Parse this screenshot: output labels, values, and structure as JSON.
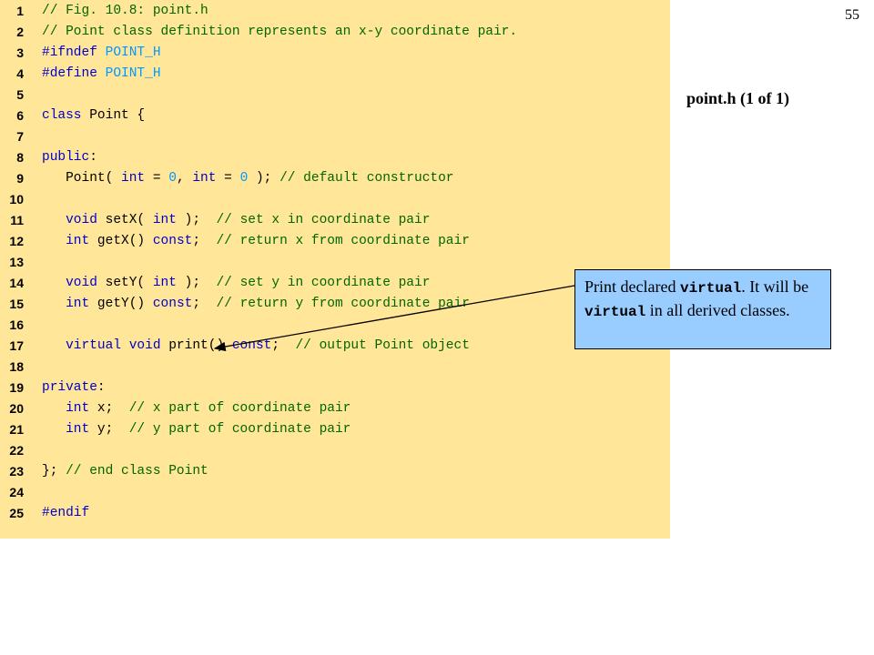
{
  "slide_number": "55",
  "file_label": "point.h (1 of 1)",
  "callout": {
    "t1": "Print declared ",
    "m1": "virtual",
    "t2": ". It will be ",
    "m2": "virtual",
    "t3": " in all derived classes."
  },
  "code_lines": [
    {
      "n": "1",
      "segs": [
        {
          "t": "// Fig. 10.8: point.h",
          "c": "cm"
        }
      ]
    },
    {
      "n": "2",
      "segs": [
        {
          "t": "// Point class definition represents an x-y coordinate pair.",
          "c": "cm"
        }
      ]
    },
    {
      "n": "3",
      "segs": [
        {
          "t": "#ifndef ",
          "c": "pp"
        },
        {
          "t": "POINT_H",
          "c": "ppname"
        }
      ]
    },
    {
      "n": "4",
      "segs": [
        {
          "t": "#define ",
          "c": "pp"
        },
        {
          "t": "POINT_H",
          "c": "ppname"
        }
      ]
    },
    {
      "n": "5",
      "segs": []
    },
    {
      "n": "6",
      "segs": [
        {
          "t": "class ",
          "c": "kw"
        },
        {
          "t": "Point {",
          "c": "plain"
        }
      ]
    },
    {
      "n": "7",
      "segs": []
    },
    {
      "n": "8",
      "segs": [
        {
          "t": "public",
          "c": "kw"
        },
        {
          "t": ":",
          "c": "plain"
        }
      ]
    },
    {
      "n": "9",
      "segs": [
        {
          "t": "   Point( ",
          "c": "plain"
        },
        {
          "t": "int",
          "c": "kw"
        },
        {
          "t": " = ",
          "c": "plain"
        },
        {
          "t": "0",
          "c": "lit"
        },
        {
          "t": ", ",
          "c": "plain"
        },
        {
          "t": "int",
          "c": "kw"
        },
        {
          "t": " = ",
          "c": "plain"
        },
        {
          "t": "0",
          "c": "lit"
        },
        {
          "t": " ); ",
          "c": "plain"
        },
        {
          "t": "// default constructor",
          "c": "cm"
        }
      ]
    },
    {
      "n": "10",
      "segs": []
    },
    {
      "n": "11",
      "segs": [
        {
          "t": "   void",
          "c": "kw"
        },
        {
          "t": " setX( ",
          "c": "plain"
        },
        {
          "t": "int",
          "c": "kw"
        },
        {
          "t": " );  ",
          "c": "plain"
        },
        {
          "t": "// set x in coordinate pair",
          "c": "cm"
        }
      ]
    },
    {
      "n": "12",
      "segs": [
        {
          "t": "   int",
          "c": "kw"
        },
        {
          "t": " getX() ",
          "c": "plain"
        },
        {
          "t": "const",
          "c": "kw"
        },
        {
          "t": ";  ",
          "c": "plain"
        },
        {
          "t": "// return x from coordinate pair",
          "c": "cm"
        }
      ]
    },
    {
      "n": "13",
      "segs": []
    },
    {
      "n": "14",
      "segs": [
        {
          "t": "   void",
          "c": "kw"
        },
        {
          "t": " setY( ",
          "c": "plain"
        },
        {
          "t": "int",
          "c": "kw"
        },
        {
          "t": " );  ",
          "c": "plain"
        },
        {
          "t": "// set y in coordinate pair",
          "c": "cm"
        }
      ]
    },
    {
      "n": "15",
      "segs": [
        {
          "t": "   int",
          "c": "kw"
        },
        {
          "t": " getY() ",
          "c": "plain"
        },
        {
          "t": "const",
          "c": "kw"
        },
        {
          "t": ";  ",
          "c": "plain"
        },
        {
          "t": "// return y from coordinate pair",
          "c": "cm"
        }
      ]
    },
    {
      "n": "16",
      "segs": []
    },
    {
      "n": "17",
      "segs": [
        {
          "t": "   virtual void",
          "c": "kw"
        },
        {
          "t": " print() ",
          "c": "plain"
        },
        {
          "t": "const",
          "c": "kw"
        },
        {
          "t": ";  ",
          "c": "plain"
        },
        {
          "t": "// output Point object",
          "c": "cm"
        }
      ]
    },
    {
      "n": "18",
      "segs": []
    },
    {
      "n": "19",
      "segs": [
        {
          "t": "private",
          "c": "kw"
        },
        {
          "t": ":",
          "c": "plain"
        }
      ]
    },
    {
      "n": "20",
      "segs": [
        {
          "t": "   int",
          "c": "kw"
        },
        {
          "t": " x;  ",
          "c": "plain"
        },
        {
          "t": "// x part of coordinate pair",
          "c": "cm"
        }
      ]
    },
    {
      "n": "21",
      "segs": [
        {
          "t": "   int",
          "c": "kw"
        },
        {
          "t": " y;  ",
          "c": "plain"
        },
        {
          "t": "// y part of coordinate pair",
          "c": "cm"
        }
      ]
    },
    {
      "n": "22",
      "segs": []
    },
    {
      "n": "23",
      "segs": [
        {
          "t": "}; ",
          "c": "plain"
        },
        {
          "t": "// end class Point",
          "c": "cm"
        }
      ]
    },
    {
      "n": "24",
      "segs": []
    },
    {
      "n": "25",
      "segs": [
        {
          "t": "#endif",
          "c": "pp"
        }
      ]
    }
  ]
}
